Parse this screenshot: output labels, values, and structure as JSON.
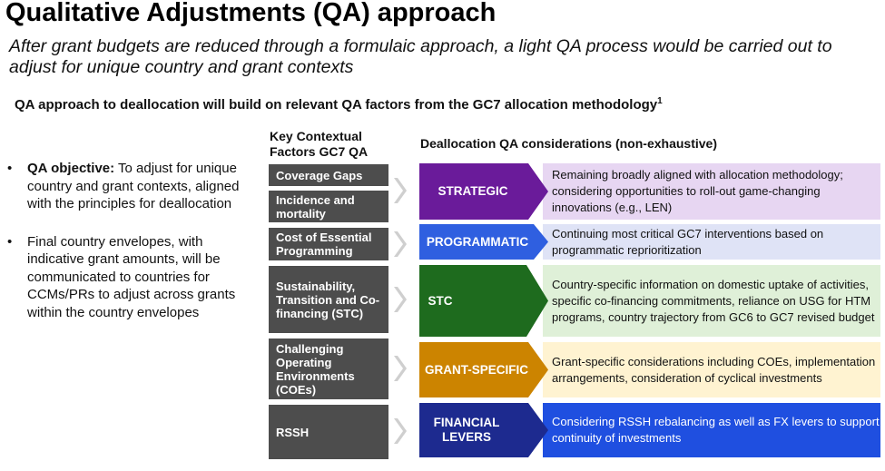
{
  "title": "Qualitative Adjustments (QA) approach",
  "subtitle": "After grant budgets are reduced through a formulaic approach, a light QA process would be carried out to adjust for unique country and grant contexts",
  "headline": "QA approach to deallocation will build on relevant QA factors from the GC7 allocation methodology",
  "headline_footnote": "1",
  "bullets": [
    {
      "lead": "QA objective:",
      "text": " To adjust for unique country and grant contexts, aligned with the principles for deallocation"
    },
    {
      "lead": "",
      "text": "Final country envelopes, with indicative grant amounts, will be communicated to countries for CCMs/PRs to adjust across grants within the country envelopes"
    }
  ],
  "factors_header": "Key Contextual Factors GC7 QA",
  "considerations_header": "Deallocation QA considerations (non-exhaustive)",
  "factors": [
    "Coverage Gaps",
    "Incidence and mortality",
    "Cost of Essential Programming",
    "Sustainability, Transition and Co-financing (STC)",
    "Challenging Operating Environments (COEs)",
    "RSSH"
  ],
  "categories": [
    {
      "label": "STRATEGIC",
      "color": "#6a1b9a",
      "band_color": "#e7d6f2",
      "text": "Remaining broadly aligned with allocation methodology; considering opportunities to roll-out game-changing innovations (e.g., LEN)"
    },
    {
      "label": "PROGRAMMATIC",
      "color": "#2f5fe0",
      "band_color": "#dfe3f6",
      "text": "Continuing most critical GC7 interventions based on programmatic reprioritization"
    },
    {
      "label": "STC",
      "color": "#1e6b1e",
      "band_color": "#dff0d8",
      "text": "Country-specific information on domestic uptake of activities, specific co-financing commitments, reliance on USG for HTM programs, country trajectory from GC6 to GC7 revised budget"
    },
    {
      "label": "GRANT-SPECIFIC",
      "color": "#cc8400",
      "band_color": "#fff3d1",
      "text": "Grant-specific considerations including COEs, implementation arrangements, consideration of cyclical investments"
    },
    {
      "label": "FINANCIAL LEVERS",
      "color": "#1d2a8f",
      "band_color": "#1f4fe0",
      "text": "Considering RSSH rebalancing as well as FX levers to support continuity of investments"
    }
  ]
}
